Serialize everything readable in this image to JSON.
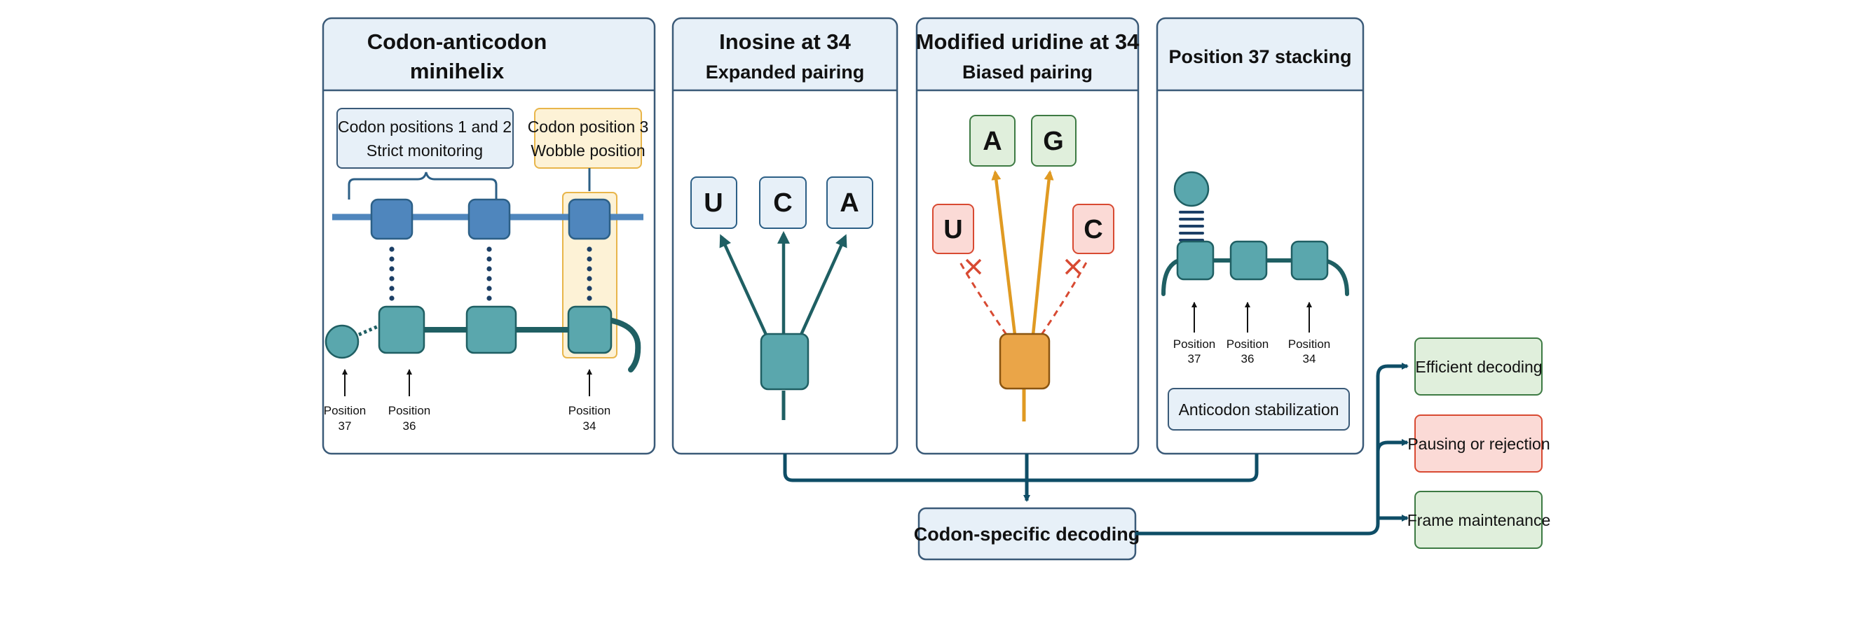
{
  "colors": {
    "panel_border": "#3a5a78",
    "header_fill": "#e7f0f8",
    "codon_blue": "#4f86bd",
    "teal": "#5aa7ad",
    "teal_dark": "#1f5f63",
    "connector": "#0e4d66",
    "wobble_highlight": "#fdf2d6",
    "wobble_border": "#e8b54a",
    "modified_orange": "#eaa548",
    "pairing_orange": "#e09a22",
    "reject_red": "#d84a32",
    "reject_fill": "#fbdad6",
    "accept_fill": "#e0efdc",
    "accept_border": "#3d7a43"
  },
  "panels": {
    "minihelix": {
      "title_line1": "Codon-anticodon",
      "title_line2": "minihelix",
      "callout_strict_line1": "Codon positions 1 and 2",
      "callout_strict_line2": "Strict monitoring",
      "callout_wobble_line1": "Codon position 3",
      "callout_wobble_line2": "Wobble position",
      "positions": [
        {
          "line1": "Position",
          "line2": "37"
        },
        {
          "line1": "Position",
          "line2": "36"
        },
        {
          "line1": "Position",
          "line2": "34"
        }
      ]
    },
    "inosine": {
      "title": "Inosine at 34",
      "subtitle": "Expanded pairing",
      "bases": [
        "U",
        "C",
        "A"
      ]
    },
    "uridine": {
      "title": "Modified uridine at 34",
      "subtitle": "Biased pairing",
      "accepted_bases": [
        "A",
        "G"
      ],
      "rejected_bases": [
        "U",
        "C"
      ]
    },
    "position37": {
      "title": "Position 37 stacking",
      "positions": [
        {
          "line1": "Position",
          "line2": "37"
        },
        {
          "line1": "Position",
          "line2": "36"
        },
        {
          "line1": "Position",
          "line2": "34"
        }
      ],
      "footer": "Anticodon stabilization"
    }
  },
  "decoding": {
    "label": "Codon-specific decoding"
  },
  "outcomes": [
    {
      "label": "Efficient decoding",
      "status": "accept"
    },
    {
      "label": "Pausing or rejection",
      "status": "reject"
    },
    {
      "label": "Frame maintenance",
      "status": "accept"
    }
  ]
}
